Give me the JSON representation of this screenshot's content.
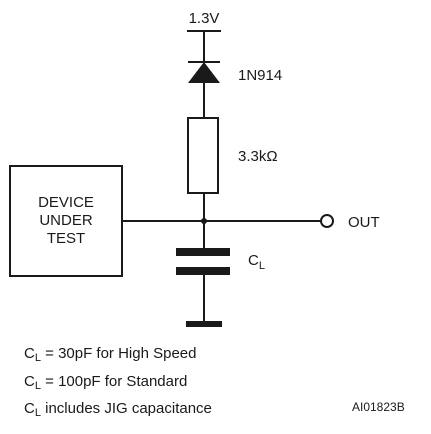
{
  "supply": {
    "label": "1.3V"
  },
  "diode": {
    "label": "1N914"
  },
  "resistor": {
    "label": "3.3kΩ"
  },
  "device": {
    "lines": [
      "DEVICE",
      "UNDER",
      "TEST"
    ]
  },
  "output": {
    "label": "OUT"
  },
  "capacitor": {
    "symbol": "C",
    "subscript": "L"
  },
  "notes": [
    {
      "symbol": "C",
      "subscript": "L",
      "text": " = 30pF for High Speed"
    },
    {
      "symbol": "C",
      "subscript": "L",
      "text": " = 100pF for Standard"
    },
    {
      "symbol": "C",
      "subscript": "L",
      "text": " includes JIG capacitance"
    }
  ],
  "figure_code": "AI01823B"
}
